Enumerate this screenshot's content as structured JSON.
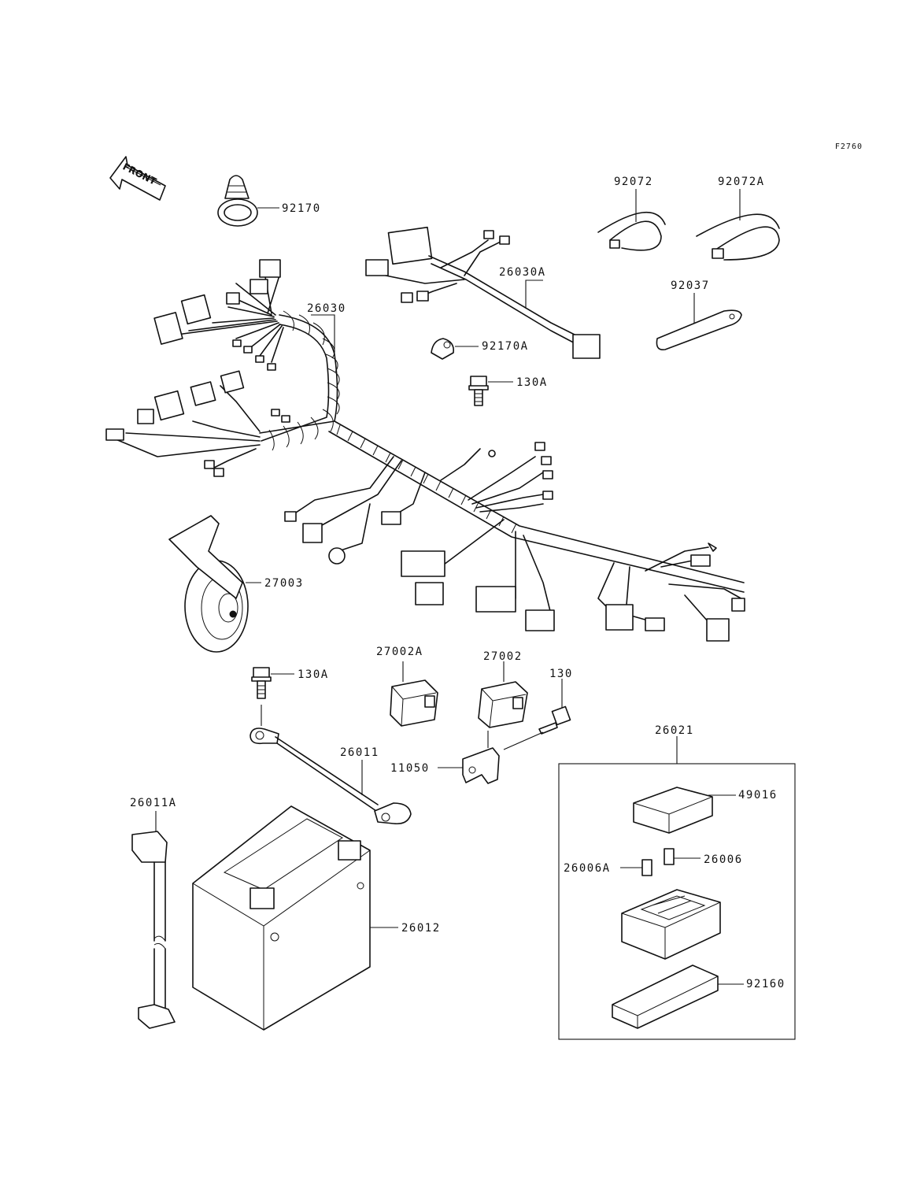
{
  "diagram": {
    "ref_code": "F2760",
    "front_label": "FRONT",
    "parts": [
      {
        "id": "92170",
        "label": "92170"
      },
      {
        "id": "26030",
        "label": "26030"
      },
      {
        "id": "26030A",
        "label": "26030A"
      },
      {
        "id": "92072",
        "label": "92072"
      },
      {
        "id": "92072A",
        "label": "92072A"
      },
      {
        "id": "92037",
        "label": "92037"
      },
      {
        "id": "92170A",
        "label": "92170A"
      },
      {
        "id": "130A_top",
        "label": "130A"
      },
      {
        "id": "27003",
        "label": "27003"
      },
      {
        "id": "27002A",
        "label": "27002A"
      },
      {
        "id": "27002",
        "label": "27002"
      },
      {
        "id": "130",
        "label": "130"
      },
      {
        "id": "130A_mid",
        "label": "130A"
      },
      {
        "id": "26011",
        "label": "26011"
      },
      {
        "id": "11050",
        "label": "11050"
      },
      {
        "id": "26021",
        "label": "26021"
      },
      {
        "id": "49016",
        "label": "49016"
      },
      {
        "id": "26006",
        "label": "26006"
      },
      {
        "id": "26006A",
        "label": "26006A"
      },
      {
        "id": "26011A",
        "label": "26011A"
      },
      {
        "id": "26012",
        "label": "26012"
      },
      {
        "id": "92160",
        "label": "92160"
      }
    ]
  }
}
